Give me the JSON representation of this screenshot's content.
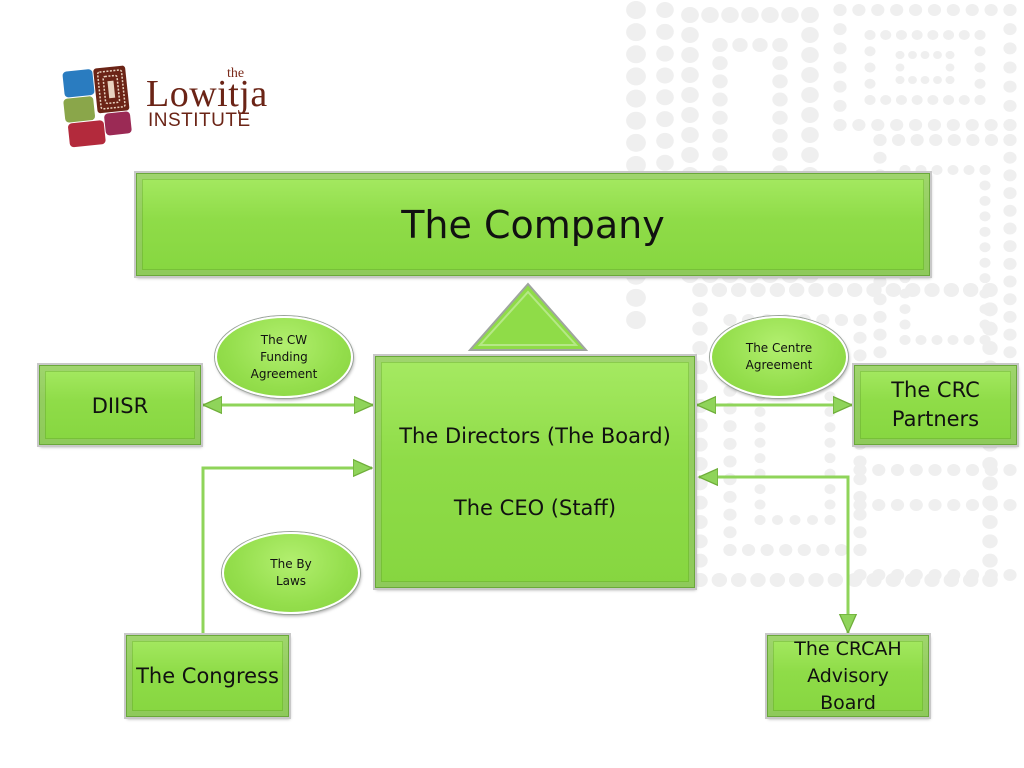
{
  "logo": {
    "the": "the",
    "name": "Lowitja",
    "subtitle": "INSTITUTE",
    "colors": [
      "#2a7cc0",
      "#8aa64a",
      "#b32a3c",
      "#9b2a55",
      "#6b2416"
    ]
  },
  "diagram": {
    "company": "The Company",
    "board_line1": "The Directors (The Board)",
    "board_line2": "The CEO (Staff)",
    "diisr": "DIISR",
    "crc_partners": "The CRC Partners",
    "congress": "The Congress",
    "crcah": "The CRCAH Advisory Board",
    "oval_cw": "The CW Funding Agreement",
    "oval_centre": "The Centre Agreement",
    "oval_bylaws": "The By Laws"
  },
  "colors": {
    "box_fill": "#8fdc48",
    "connector": "#8fd45a",
    "background_pattern": "#efefef"
  }
}
